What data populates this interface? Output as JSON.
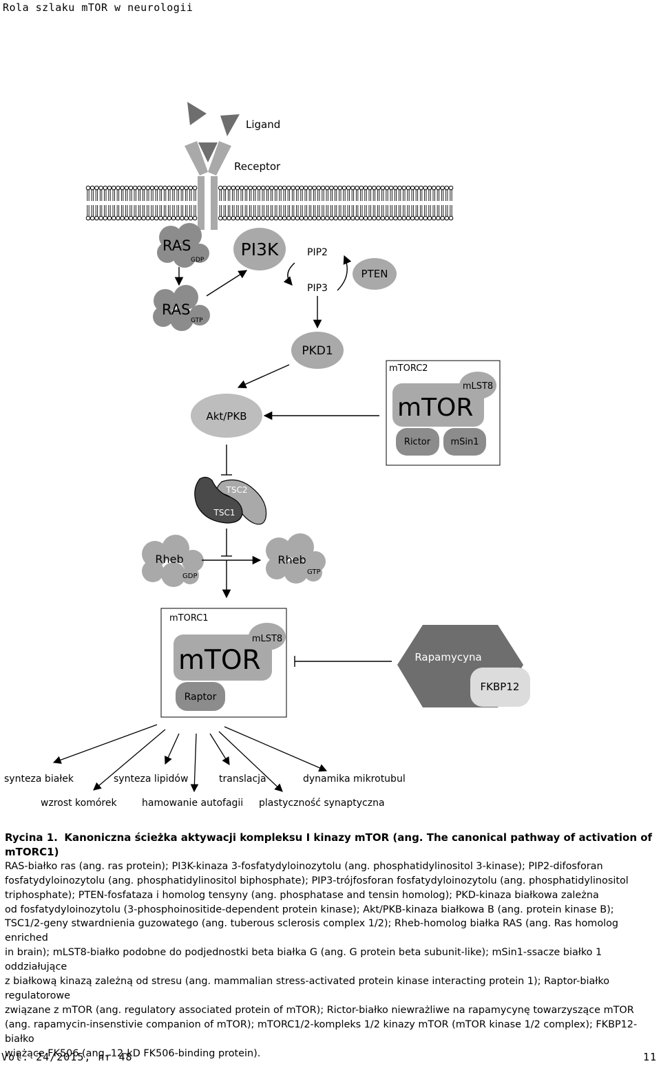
{
  "header": {
    "running_title": "Rola szlaku mTOR w neurologii"
  },
  "diagram": {
    "ligand": "Ligand",
    "receptor": "Receptor",
    "ras": "RAS",
    "gdp": "GDP",
    "gtp": "GTP",
    "pi3k": "PI3K",
    "pip2": "PIP2",
    "pip3": "PIP3",
    "pten": "PTEN",
    "pkd1": "PKD1",
    "akt": "Akt/PKB",
    "mtorc2": "mTORC2",
    "mtorc1": "mTORC1",
    "mtor": "mTOR",
    "mlst8": "mLST8",
    "rictor": "Rictor",
    "msin1": "mSin1",
    "raptor": "Raptor",
    "tsc2": "TSC2",
    "tsc1": "TSC1",
    "rheb": "Rheb",
    "rapamycyna": "Rapamycyna",
    "fkbp12": "FKBP12",
    "outputs": {
      "synteza_bialek": "synteza białek",
      "synteza_lipidow": "synteza lipidów",
      "translacja": "translacja",
      "dynamika": "dynamika mikrotubul",
      "wzrost": "wzrost komórek",
      "hamowanie": "hamowanie autofagii",
      "plastycznosc": "plastyczność synaptyczna"
    }
  },
  "caption": {
    "label": "Rycina 1.",
    "title": "Kanoniczna ścieżka aktywacji kompleksu I kinazy mTOR (ang. The canonical pathway of activation of mTORC1)",
    "lines": [
      "RAS-białko ras (ang. ras protein); PI3K-kinaza 3-fosfatydyloinozytolu (ang. phosphatidylinositol 3-kinase); PIP2-difosforan",
      "fosfatydyloinozytolu (ang. phosphatidylinositol biphosphate); PIP3-trójfosforan fosfatydyloinozytolu (ang. phosphatidylinositol",
      "triphosphate); PTEN-fosfataza i homolog tensyny (ang. phosphatase and tensin homolog); PKD-kinaza białkowa zależna",
      "od fosfatydyloinozytolu (3-phosphoinositide-dependent protein kinase); Akt/PKB-kinaza białkowa B (ang. protein kinase B);",
      "TSC1/2-geny stwardnienia guzowatego (ang. tuberous sclerosis complex 1/2); Rheb-homolog białka RAS (ang. Ras homolog enriched",
      "in brain); mLST8-białko podobne do podjednostki beta białka G (ang. G protein beta subunit-like); mSin1-ssacze białko 1 oddziałujące",
      "z białkową kinazą zależną od stresu (ang. mammalian stress-activated protein kinase interacting protein 1); Raptor-białko regulatorowe",
      "związane z mTOR (ang. regulatory associated protein of mTOR); Rictor-białko niewrażliwe na rapamycynę towarzyszące mTOR",
      "(ang. rapamycin-insenstivie companion of mTOR); mTORC1/2-kompleks 1/2 kinazy mTOR (mTOR kinase 1/2 complex); FKBP12-białko",
      "wiążące FK506 (ang. 12-kD FK506-binding protein)."
    ]
  },
  "footer": {
    "issue": "Vol. 24/2015, nr 48",
    "page": "11"
  },
  "colors": {
    "light_gray": "#a9a9a9",
    "dark_gray": "#6e6e6e",
    "very_light": "#dcdcdc"
  }
}
